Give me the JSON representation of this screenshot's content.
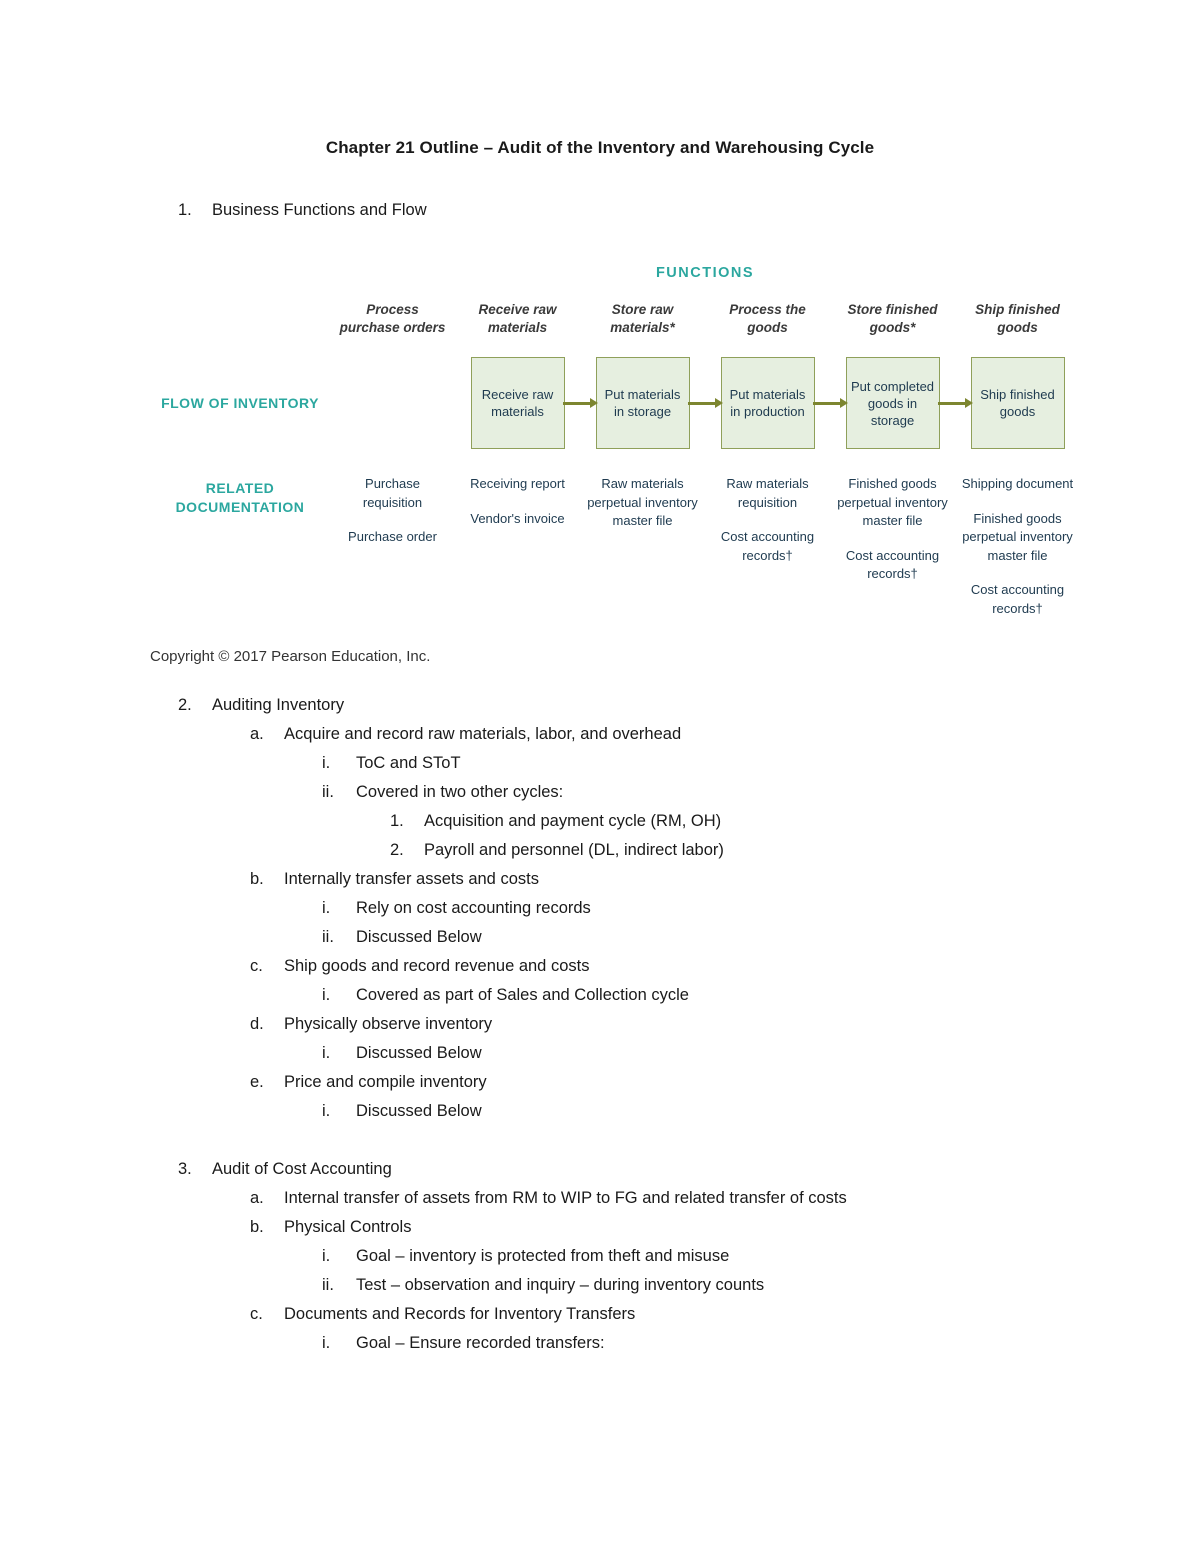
{
  "page": {
    "title": "Chapter 21 Outline – Audit of the Inventory and Warehousing Cycle"
  },
  "colors": {
    "accent_teal": "#2ba79f",
    "box_fill": "#e6efe0",
    "box_border": "#8fa05a",
    "arrow_olive": "#7d8630",
    "diagram_text": "#1e3a4f"
  },
  "diagram": {
    "functions_label": "FUNCTIONS",
    "flow_label": "FLOW OF INVENTORY",
    "documentation_label": "RELATED DOCUMENTATION",
    "copyright": "Copyright © 2017 Pearson Education, Inc.",
    "columns": [
      {
        "header": "Process purchase orders",
        "box": null,
        "docs": [
          "Purchase requisition",
          "Purchase order"
        ]
      },
      {
        "header": "Receive raw materials",
        "box": "Receive raw materials",
        "docs": [
          "Receiving report",
          "Vendor's invoice"
        ]
      },
      {
        "header": "Store raw materials*",
        "box": "Put materials in storage",
        "docs": [
          "Raw materials perpetual inventory master file"
        ]
      },
      {
        "header": "Process the goods",
        "box": "Put materials in production",
        "docs": [
          "Raw materials requisition",
          "Cost accounting records†"
        ]
      },
      {
        "header": "Store finished goods*",
        "box": "Put completed goods in storage",
        "docs": [
          "Finished goods perpetual inventory master file",
          "Cost accounting records†"
        ]
      },
      {
        "header": "Ship finished goods",
        "box": "Ship finished goods",
        "docs": [
          "Shipping document",
          "Finished goods perpetual inventory master file",
          "Cost accounting records†"
        ]
      }
    ]
  },
  "outline_top": [
    {
      "level": 0,
      "marker": "1.",
      "text": "Business Functions and Flow"
    }
  ],
  "outline_main": [
    {
      "level": 0,
      "marker": "2.",
      "text": "Auditing Inventory"
    },
    {
      "level": 1,
      "marker": "a.",
      "text": "Acquire and record raw materials, labor, and overhead"
    },
    {
      "level": 2,
      "marker": "i.",
      "text": "ToC and SToT"
    },
    {
      "level": 2,
      "marker": "ii.",
      "text": "Covered in two other cycles:"
    },
    {
      "level": 3,
      "marker": "1.",
      "text": "Acquisition and payment cycle (RM, OH)"
    },
    {
      "level": 3,
      "marker": "2.",
      "text": "Payroll and personnel (DL, indirect labor)"
    },
    {
      "level": 1,
      "marker": "b.",
      "text": "Internally transfer assets and costs"
    },
    {
      "level": 2,
      "marker": "i.",
      "text": "Rely on cost accounting records"
    },
    {
      "level": 2,
      "marker": "ii.",
      "text": "Discussed Below"
    },
    {
      "level": 1,
      "marker": "c.",
      "text": "Ship goods and record revenue and costs"
    },
    {
      "level": 2,
      "marker": "i.",
      "text": "Covered as part of Sales and Collection cycle"
    },
    {
      "level": 1,
      "marker": "d.",
      "text": "Physically observe inventory"
    },
    {
      "level": 2,
      "marker": "i.",
      "text": "Discussed Below"
    },
    {
      "level": 1,
      "marker": "e.",
      "text": "Price and compile inventory"
    },
    {
      "level": 2,
      "marker": "i.",
      "text": "Discussed Below"
    },
    {
      "level": 0,
      "marker": "3.",
      "text": "Audit of Cost Accounting",
      "gap_before": true
    },
    {
      "level": 1,
      "marker": "a.",
      "text": "Internal transfer of assets from RM to WIP to FG and related transfer of costs"
    },
    {
      "level": 1,
      "marker": "b.",
      "text": "Physical Controls"
    },
    {
      "level": 2,
      "marker": "i.",
      "text": "Goal – inventory is protected from theft and misuse"
    },
    {
      "level": 2,
      "marker": "ii.",
      "text": "Test – observation and inquiry – during inventory counts"
    },
    {
      "level": 1,
      "marker": "c.",
      "text": "Documents and Records for Inventory Transfers"
    },
    {
      "level": 2,
      "marker": "i.",
      "text": "Goal – Ensure recorded transfers:"
    }
  ]
}
